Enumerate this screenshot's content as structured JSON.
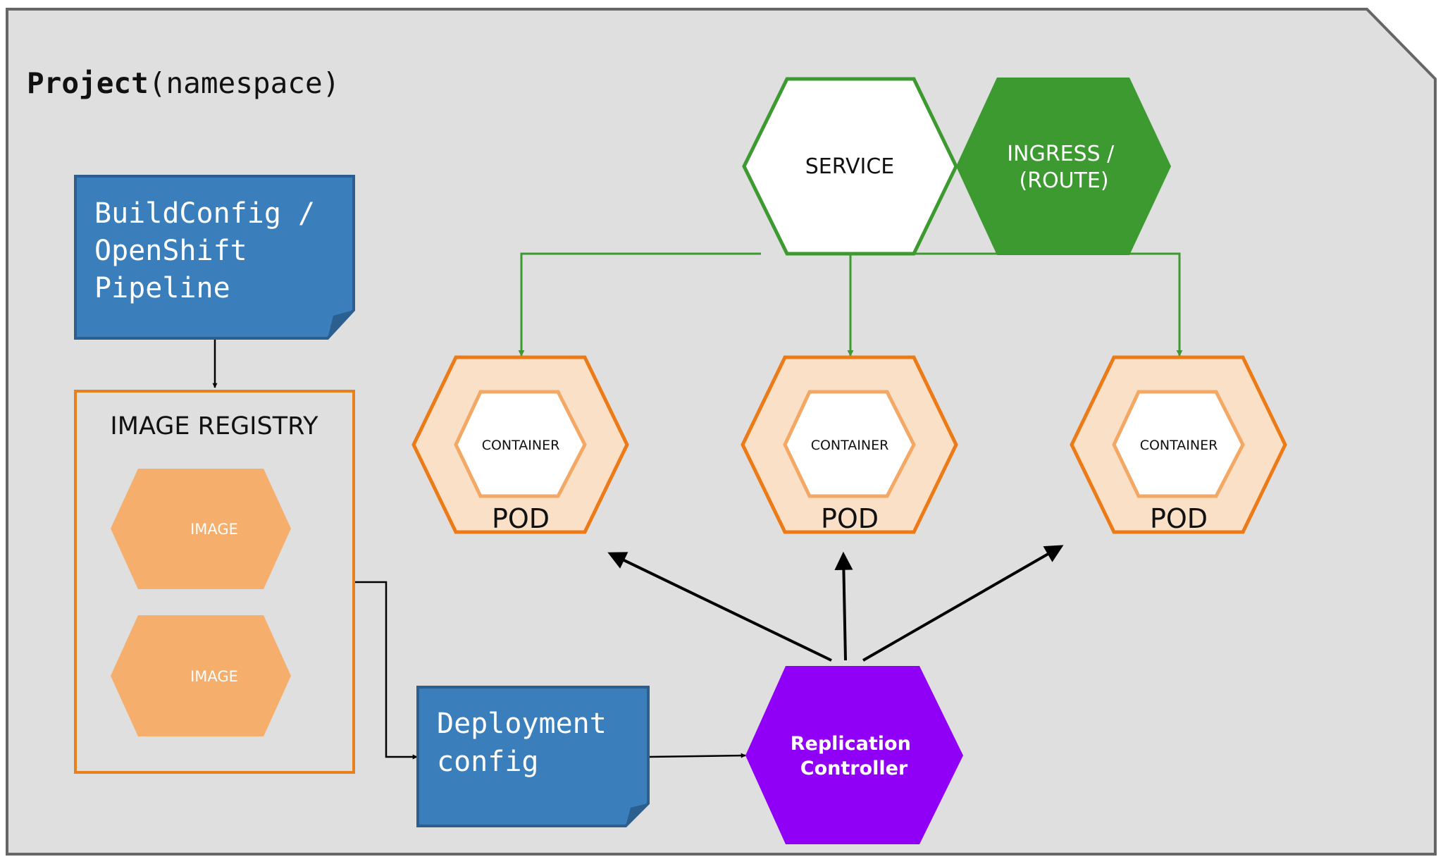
{
  "project": {
    "title_bold": "Project",
    "title_rest": "(namespace)"
  },
  "build_config": {
    "lines": [
      "BuildConfig /",
      "OpenShift",
      "Pipeline"
    ]
  },
  "image_registry": {
    "title": "IMAGE REGISTRY",
    "images": [
      "IMAGE",
      "IMAGE"
    ]
  },
  "deployment_config": {
    "lines": [
      "Deployment",
      "config"
    ]
  },
  "replication_controller": {
    "lines": [
      "Replication",
      "Controller"
    ]
  },
  "service": {
    "label": "SERVICE"
  },
  "ingress": {
    "lines": [
      "INGRESS /",
      "(ROUTE)"
    ]
  },
  "pods": [
    {
      "label": "POD",
      "container": "CONTAINER"
    },
    {
      "label": "POD",
      "container": "CONTAINER"
    },
    {
      "label": "POD",
      "container": "CONTAINER"
    }
  ],
  "colors": {
    "background": "#dfdfdf",
    "frame": "#666666",
    "doc_blue": "#3a7fbb",
    "doc_blue_dark": "#2a5f8f",
    "registry_orange": "#e8801c",
    "image_orange": "#f5ae6c",
    "pod_fill": "#fbe0c8",
    "pod_stroke": "#ec7a16",
    "container_stroke": "#f3a865",
    "service_green": "#3d9a30",
    "purple": "#9000f7"
  }
}
